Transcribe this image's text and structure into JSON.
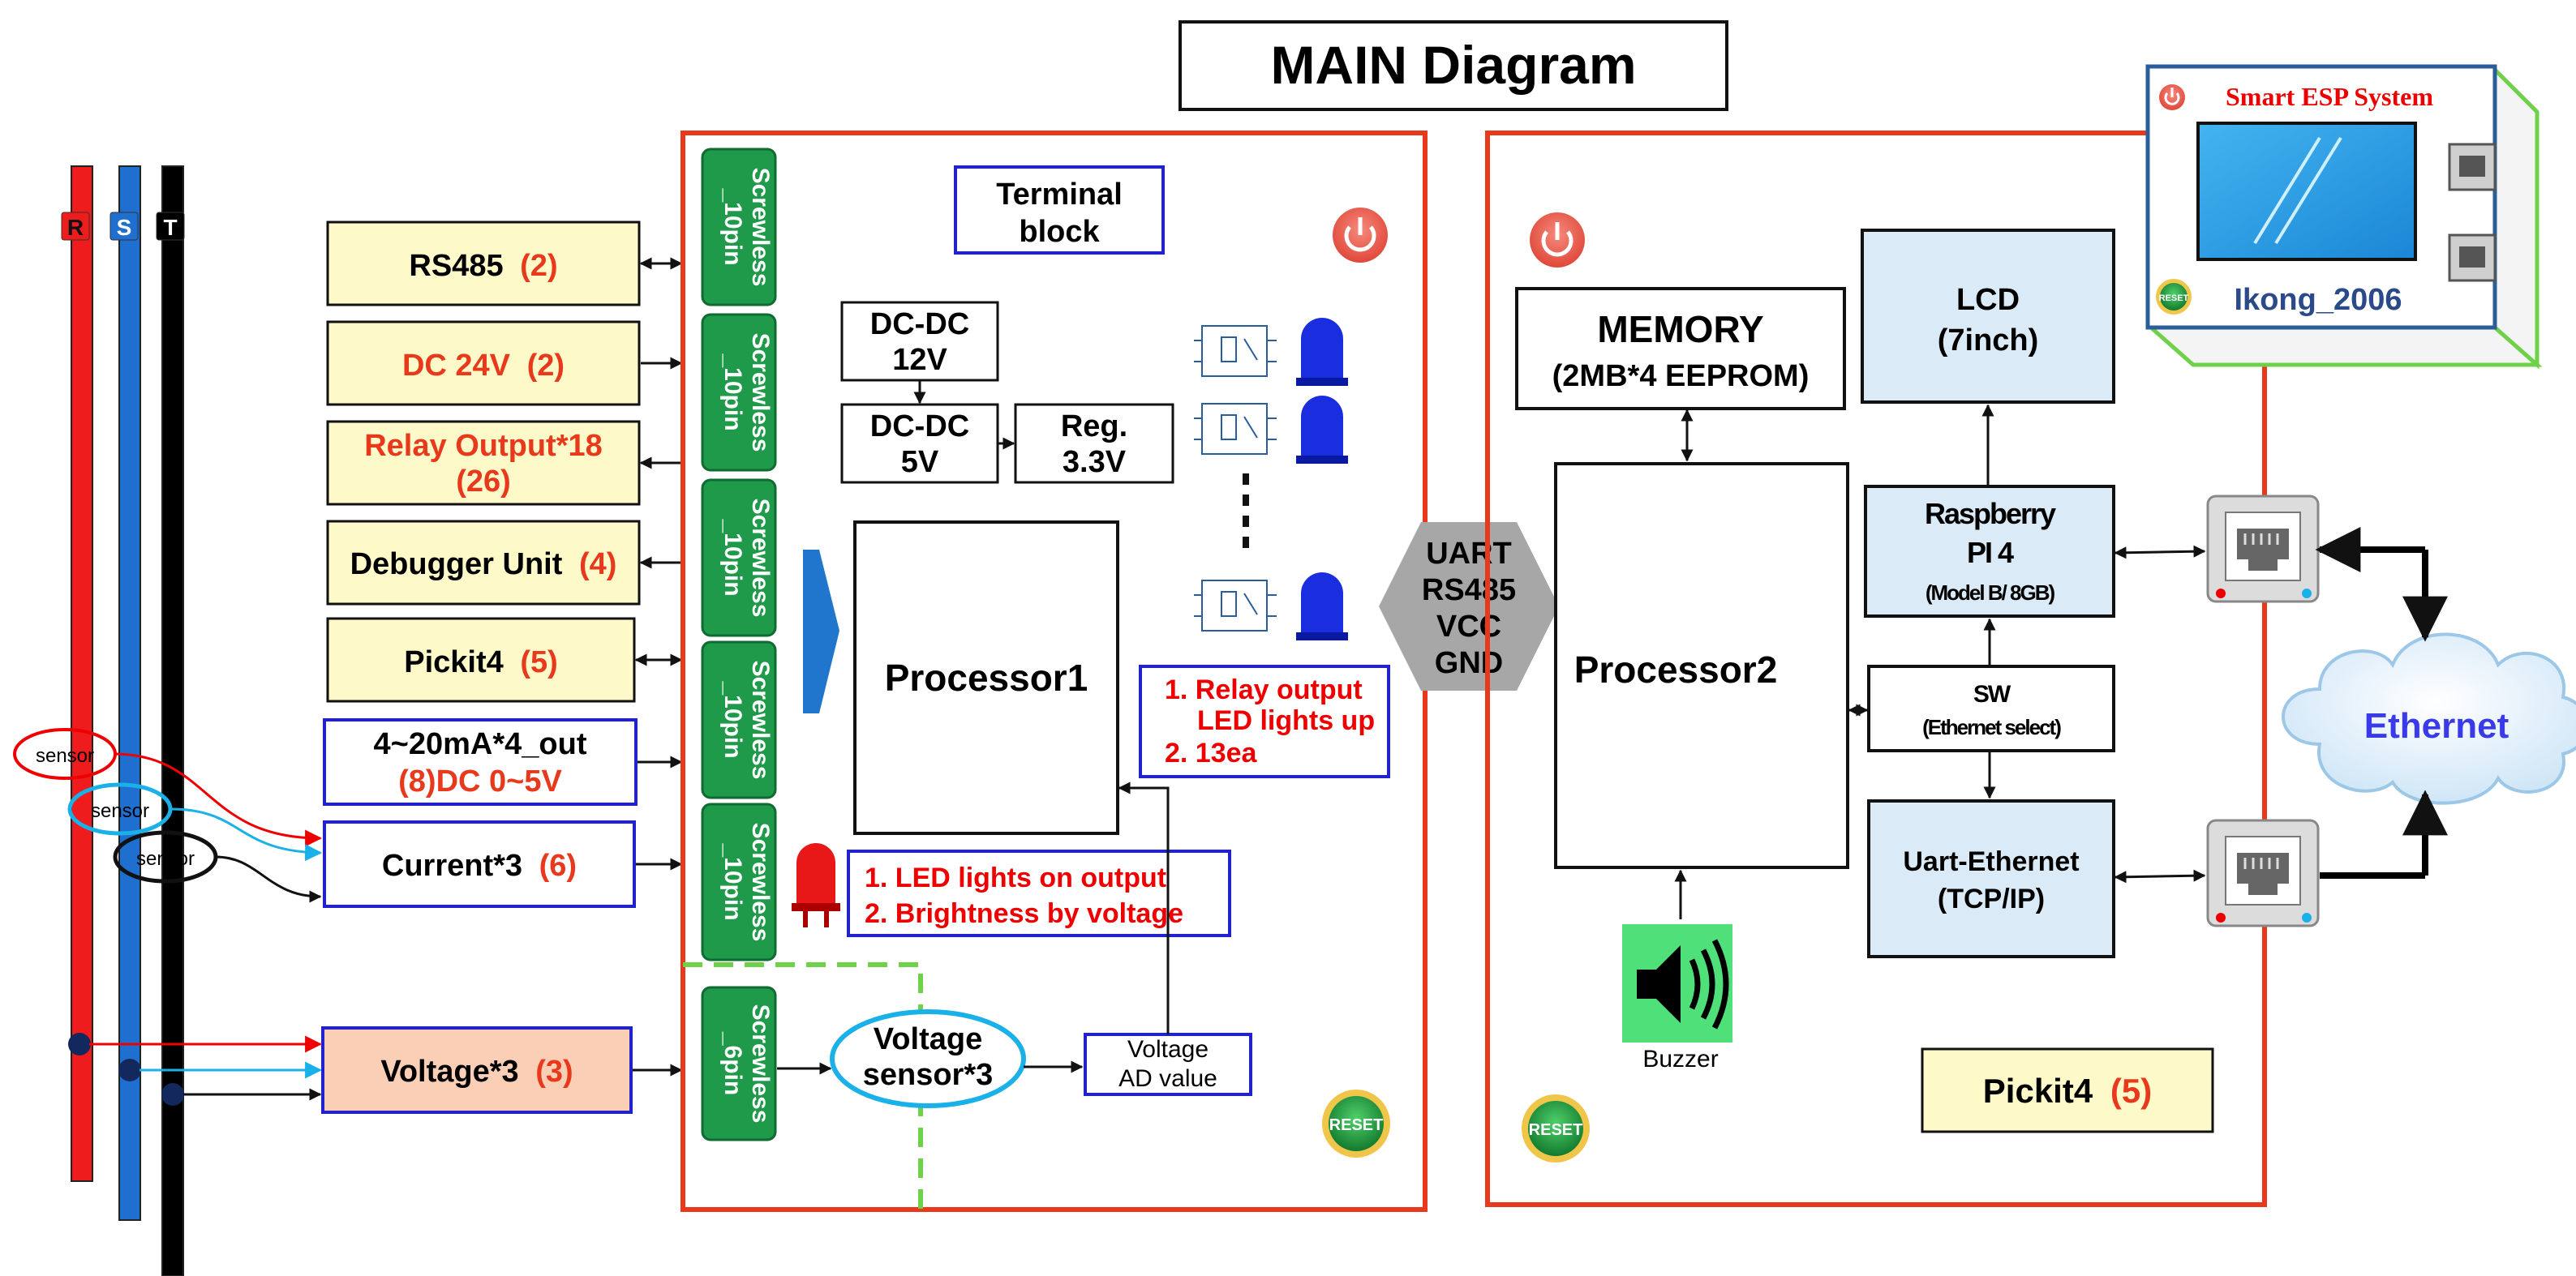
{
  "title": "MAIN Diagram",
  "bus": {
    "r": "R",
    "s": "S",
    "t": "T"
  },
  "sensors": {
    "s1": "sensor",
    "s2": "sensor",
    "s3": "sensor"
  },
  "inputs": [
    {
      "label": "RS485",
      "count": "(2)"
    },
    {
      "label": "DC 24V",
      "count": "(2)"
    },
    {
      "label": "Relay Output*18",
      "count": "(26)"
    },
    {
      "label": "Debugger Unit",
      "count": "(4)"
    },
    {
      "label": "Pickit4",
      "count": "(5)"
    },
    {
      "label": "4~20mA*4_out",
      "count": "(8)DC 0~5V"
    },
    {
      "label": "Current*3",
      "count": "(6)"
    },
    {
      "label": "Voltage*3",
      "count": "(3)"
    }
  ],
  "screwless": {
    "line1": "Screwless",
    "pin10": "_10pin",
    "pin6": "_6pin"
  },
  "board1": {
    "terminal_line1": "Terminal",
    "terminal_line2": "block",
    "dcdc12_line1": "DC-DC",
    "dcdc12_line2": "12V",
    "dcdc5_line1": "DC-DC",
    "dcdc5_line2": "5V",
    "reg_line1": "Reg.",
    "reg_line2": "3.3V",
    "processor": "Processor1",
    "relay_note_1": "1. Relay output",
    "relay_note_2": "LED lights up",
    "relay_note_3": "2. 13ea",
    "led_note_1": "1. LED lights on output",
    "led_note_2": "2. Brightness by voltage",
    "vsensor_line1": "Voltage",
    "vsensor_line2": "sensor*3",
    "vad_line1": "Voltage",
    "vad_line2": "AD value",
    "reset": "RESET"
  },
  "interface": {
    "l1": "UART",
    "l2": "RS485",
    "l3": "VCC",
    "l4": "GND"
  },
  "board2": {
    "memory_line1": "MEMORY",
    "memory_line2": "(2MB*4  EEPROM)",
    "lcd_line1": "LCD",
    "lcd_line2": "(7inch)",
    "processor": "Processor2",
    "rpi_line1": "Raspberry",
    "rpi_line2": "PI 4",
    "rpi_line3": "(Model B/ 8GB)",
    "sw_line1": "SW",
    "sw_line2": "(Ethernet select)",
    "uart_eth_line1": "Uart-Ethernet",
    "uart_eth_line2": "(TCP/IP)",
    "buzzer": "Buzzer",
    "pickit_label": "Pickit4",
    "pickit_count": "(5)",
    "reset": "RESET"
  },
  "device": {
    "title": "Smart ESP System",
    "model": "Ikong_2006",
    "reset": "RESET"
  },
  "network": "Ethernet",
  "colors": {
    "board_border": "#e8391d",
    "green_block": "#1e9a4a",
    "accent_red": "#e8391d",
    "blue_box": "#2222cc",
    "light_blue": "#dbeaf7",
    "light_yellow": "#fdf9c8",
    "peach": "#fbcfb5"
  }
}
